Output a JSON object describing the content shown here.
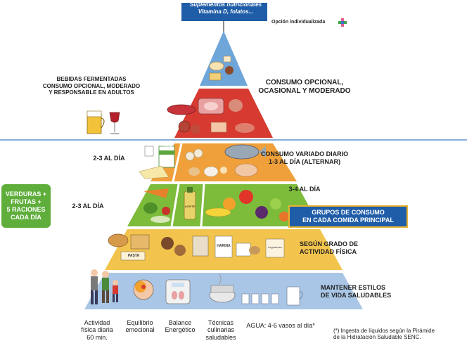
{
  "flag": {
    "line1": "Suplementos nutricionales",
    "line2": "Vitamina D, folatos..."
  },
  "personalized_option": "Opción individualizada",
  "colors": {
    "flag": "#1f5da8",
    "veg_badge": "#5fae3b",
    "groups_box": "#1f5da8",
    "groups_box_border": "#e8b430",
    "divider": "#3d7fc1",
    "tier_top": "#6fa6d9",
    "tier_red": "#d63a30",
    "tier_protein": "#f0a03a",
    "tier_veg": "#7dbb3b",
    "tier_cereal": "#f2c44d",
    "tier_base": "#a9c6e6"
  },
  "left_labels": {
    "fermented": "BEBIDAS FERMENTADAS\nCONSUMO OPCIONAL, MODERADO\nY RESPONSABLE EN ADULTOS",
    "dairy": "2-3 AL DÍA",
    "olive": "2-3 AL DÍA"
  },
  "right_labels": {
    "optional": "CONSUMO OPCIONAL,\nOCASIONAL Y MODERADO",
    "varied": "CONSUMO VARIADO DIARIO\n1-3 AL DÍA (ALTERNAR)",
    "fruits": "3-4 AL DÍA",
    "cereals": "SEGÚN GRADO DE\nACTIVIDAD FÍSICA",
    "lifestyle": "MANTENER ESTILOS\nDE VIDA SALUDABLES"
  },
  "veg_badge": "VERDURAS +\nFRUTAS +\n5 RACIONES\nCADA DÍA",
  "groups_box": "GRUPOS DE CONSUMO\nEN CADA COMIDA PRINCIPAL",
  "bottom_captions": [
    "Actividad\nfísica diaria\n60 min.",
    "Equilibrio\nemocional",
    "Balance\nEnergético",
    "Técnicas\nculinarias\nsaludables",
    "AGUA: 4-6 vasos al día*"
  ],
  "footnote": "(*) Ingesta de líquidos según la Pirámide\nde la Hidratación Saludable SENC.",
  "product_labels": {
    "milk": "LECHE",
    "olive_oil": "ACEITE",
    "pasta": "PASTA",
    "flour": "HARINA",
    "legumes": "Legumbres"
  }
}
